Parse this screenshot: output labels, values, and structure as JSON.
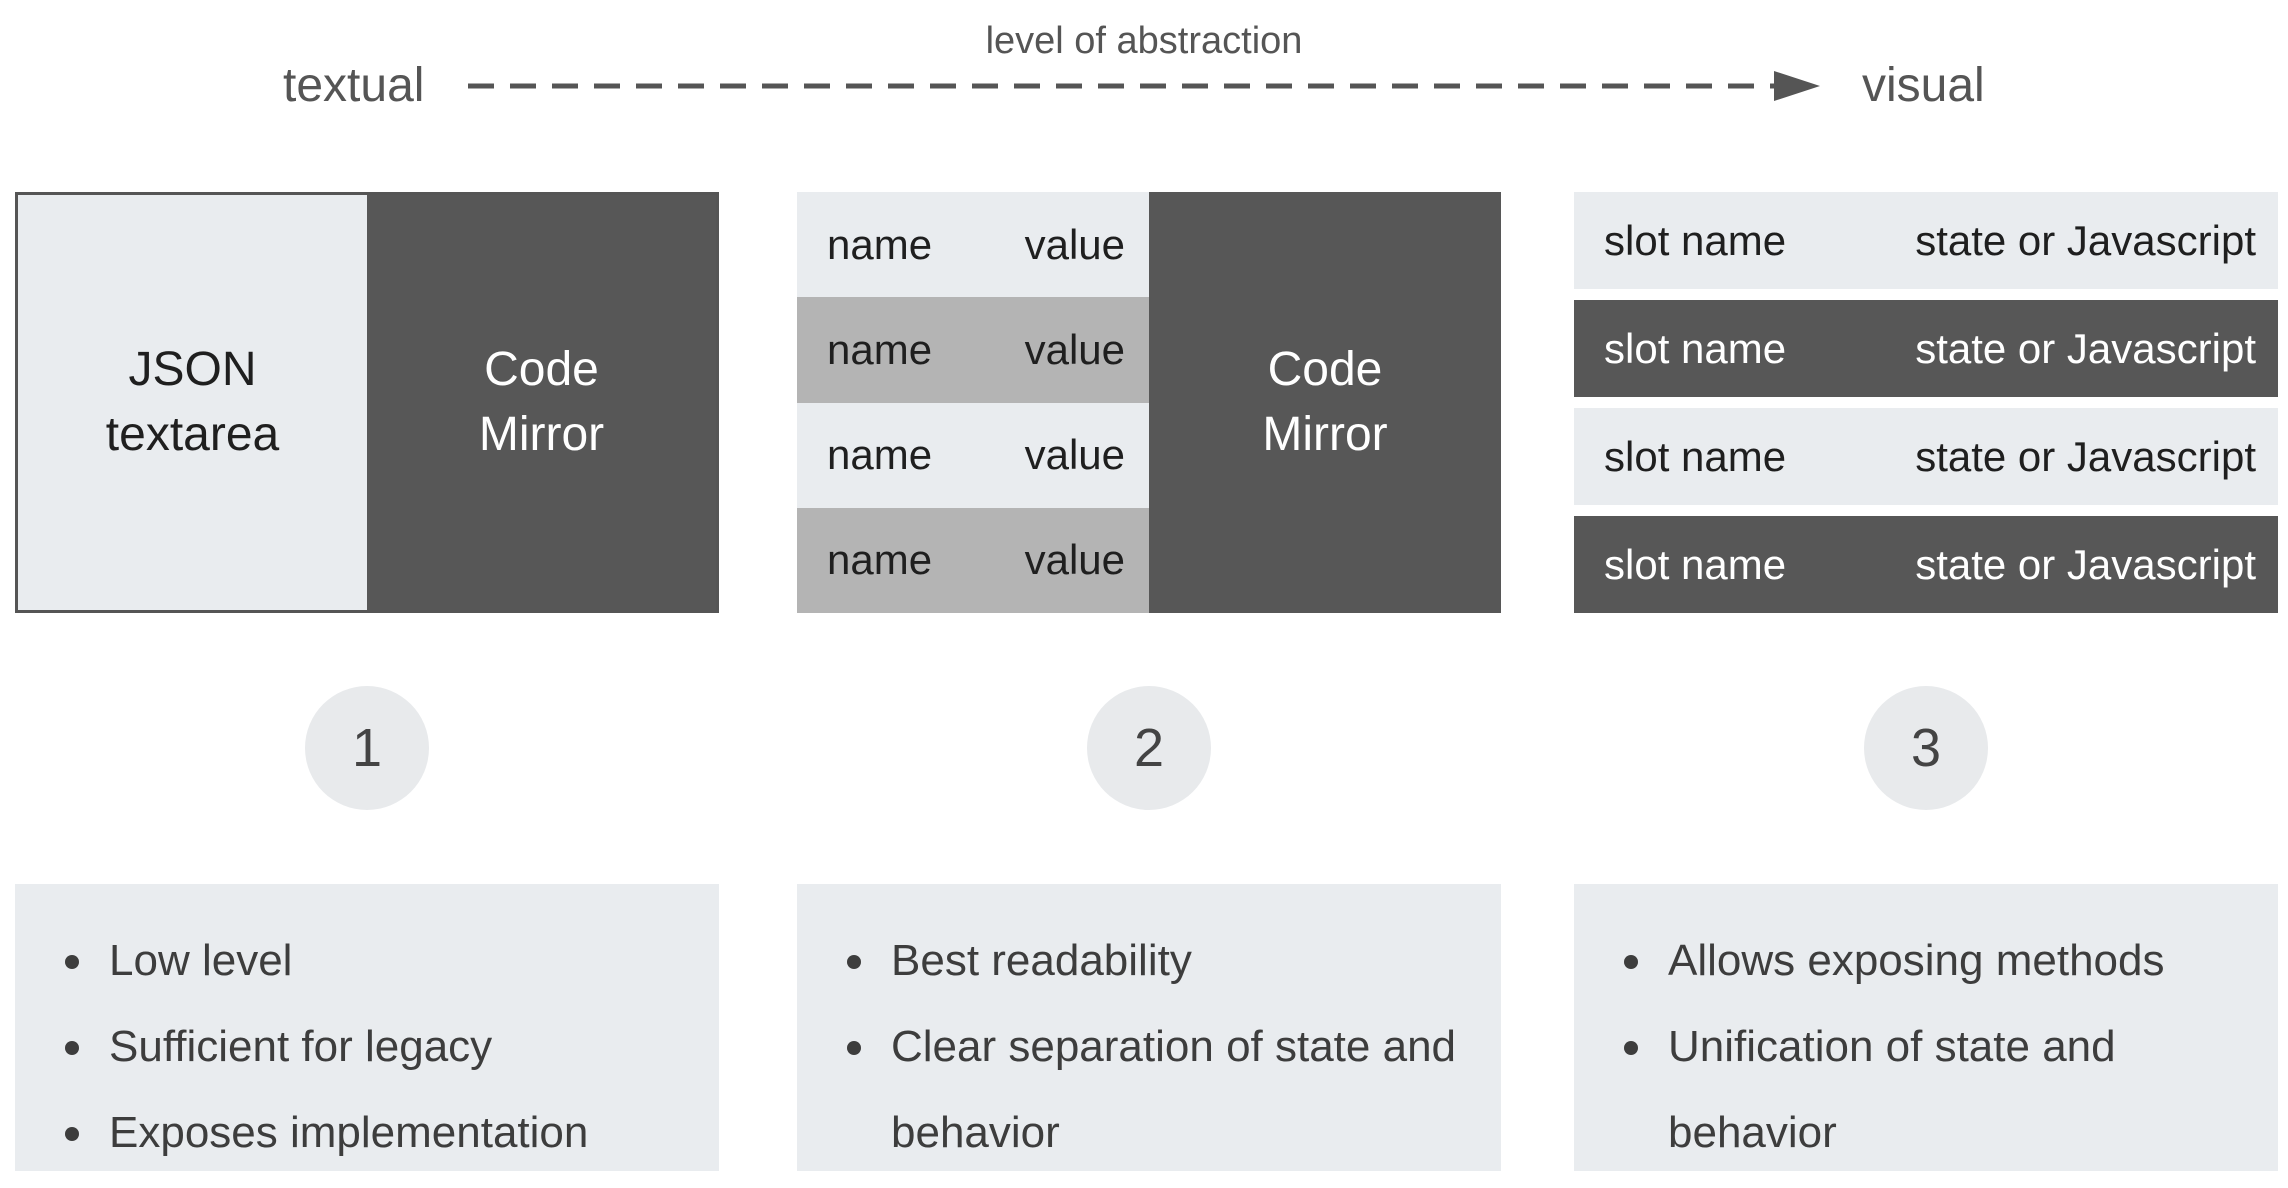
{
  "axis": {
    "title": "level of abstraction",
    "left_label": "textual",
    "right_label": "visual"
  },
  "panel1": {
    "left_label": "JSON\ntextarea",
    "right_label": "Code\nMirror"
  },
  "panel2": {
    "rows": [
      {
        "name": "name",
        "value": "value"
      },
      {
        "name": "name",
        "value": "value"
      },
      {
        "name": "name",
        "value": "value"
      },
      {
        "name": "name",
        "value": "value"
      }
    ],
    "right_label": "Code\nMirror"
  },
  "panel3": {
    "rows": [
      {
        "name": "slot name",
        "value": "state or Javascript"
      },
      {
        "name": "slot name",
        "value": "state or Javascript"
      },
      {
        "name": "slot name",
        "value": "state or Javascript"
      },
      {
        "name": "slot name",
        "value": "state or Javascript"
      }
    ]
  },
  "steps": [
    "1",
    "2",
    "3"
  ],
  "notes": [
    {
      "bullets": [
        "Low level",
        "Sufficient for legacy",
        "Exposes implementation"
      ]
    },
    {
      "bullets": [
        "Best readability",
        "Clear separation of state and behavior"
      ]
    },
    {
      "bullets": [
        "Allows exposing methods",
        "Unification of state and behavior"
      ]
    }
  ],
  "colors": {
    "light_gray": "#e9ecef",
    "medium_gray": "#b4b4b4",
    "dark_gray": "#575757",
    "text_dark": "#1f1f1f",
    "text_muted": "#555555",
    "note_text": "#3d3d3d"
  }
}
